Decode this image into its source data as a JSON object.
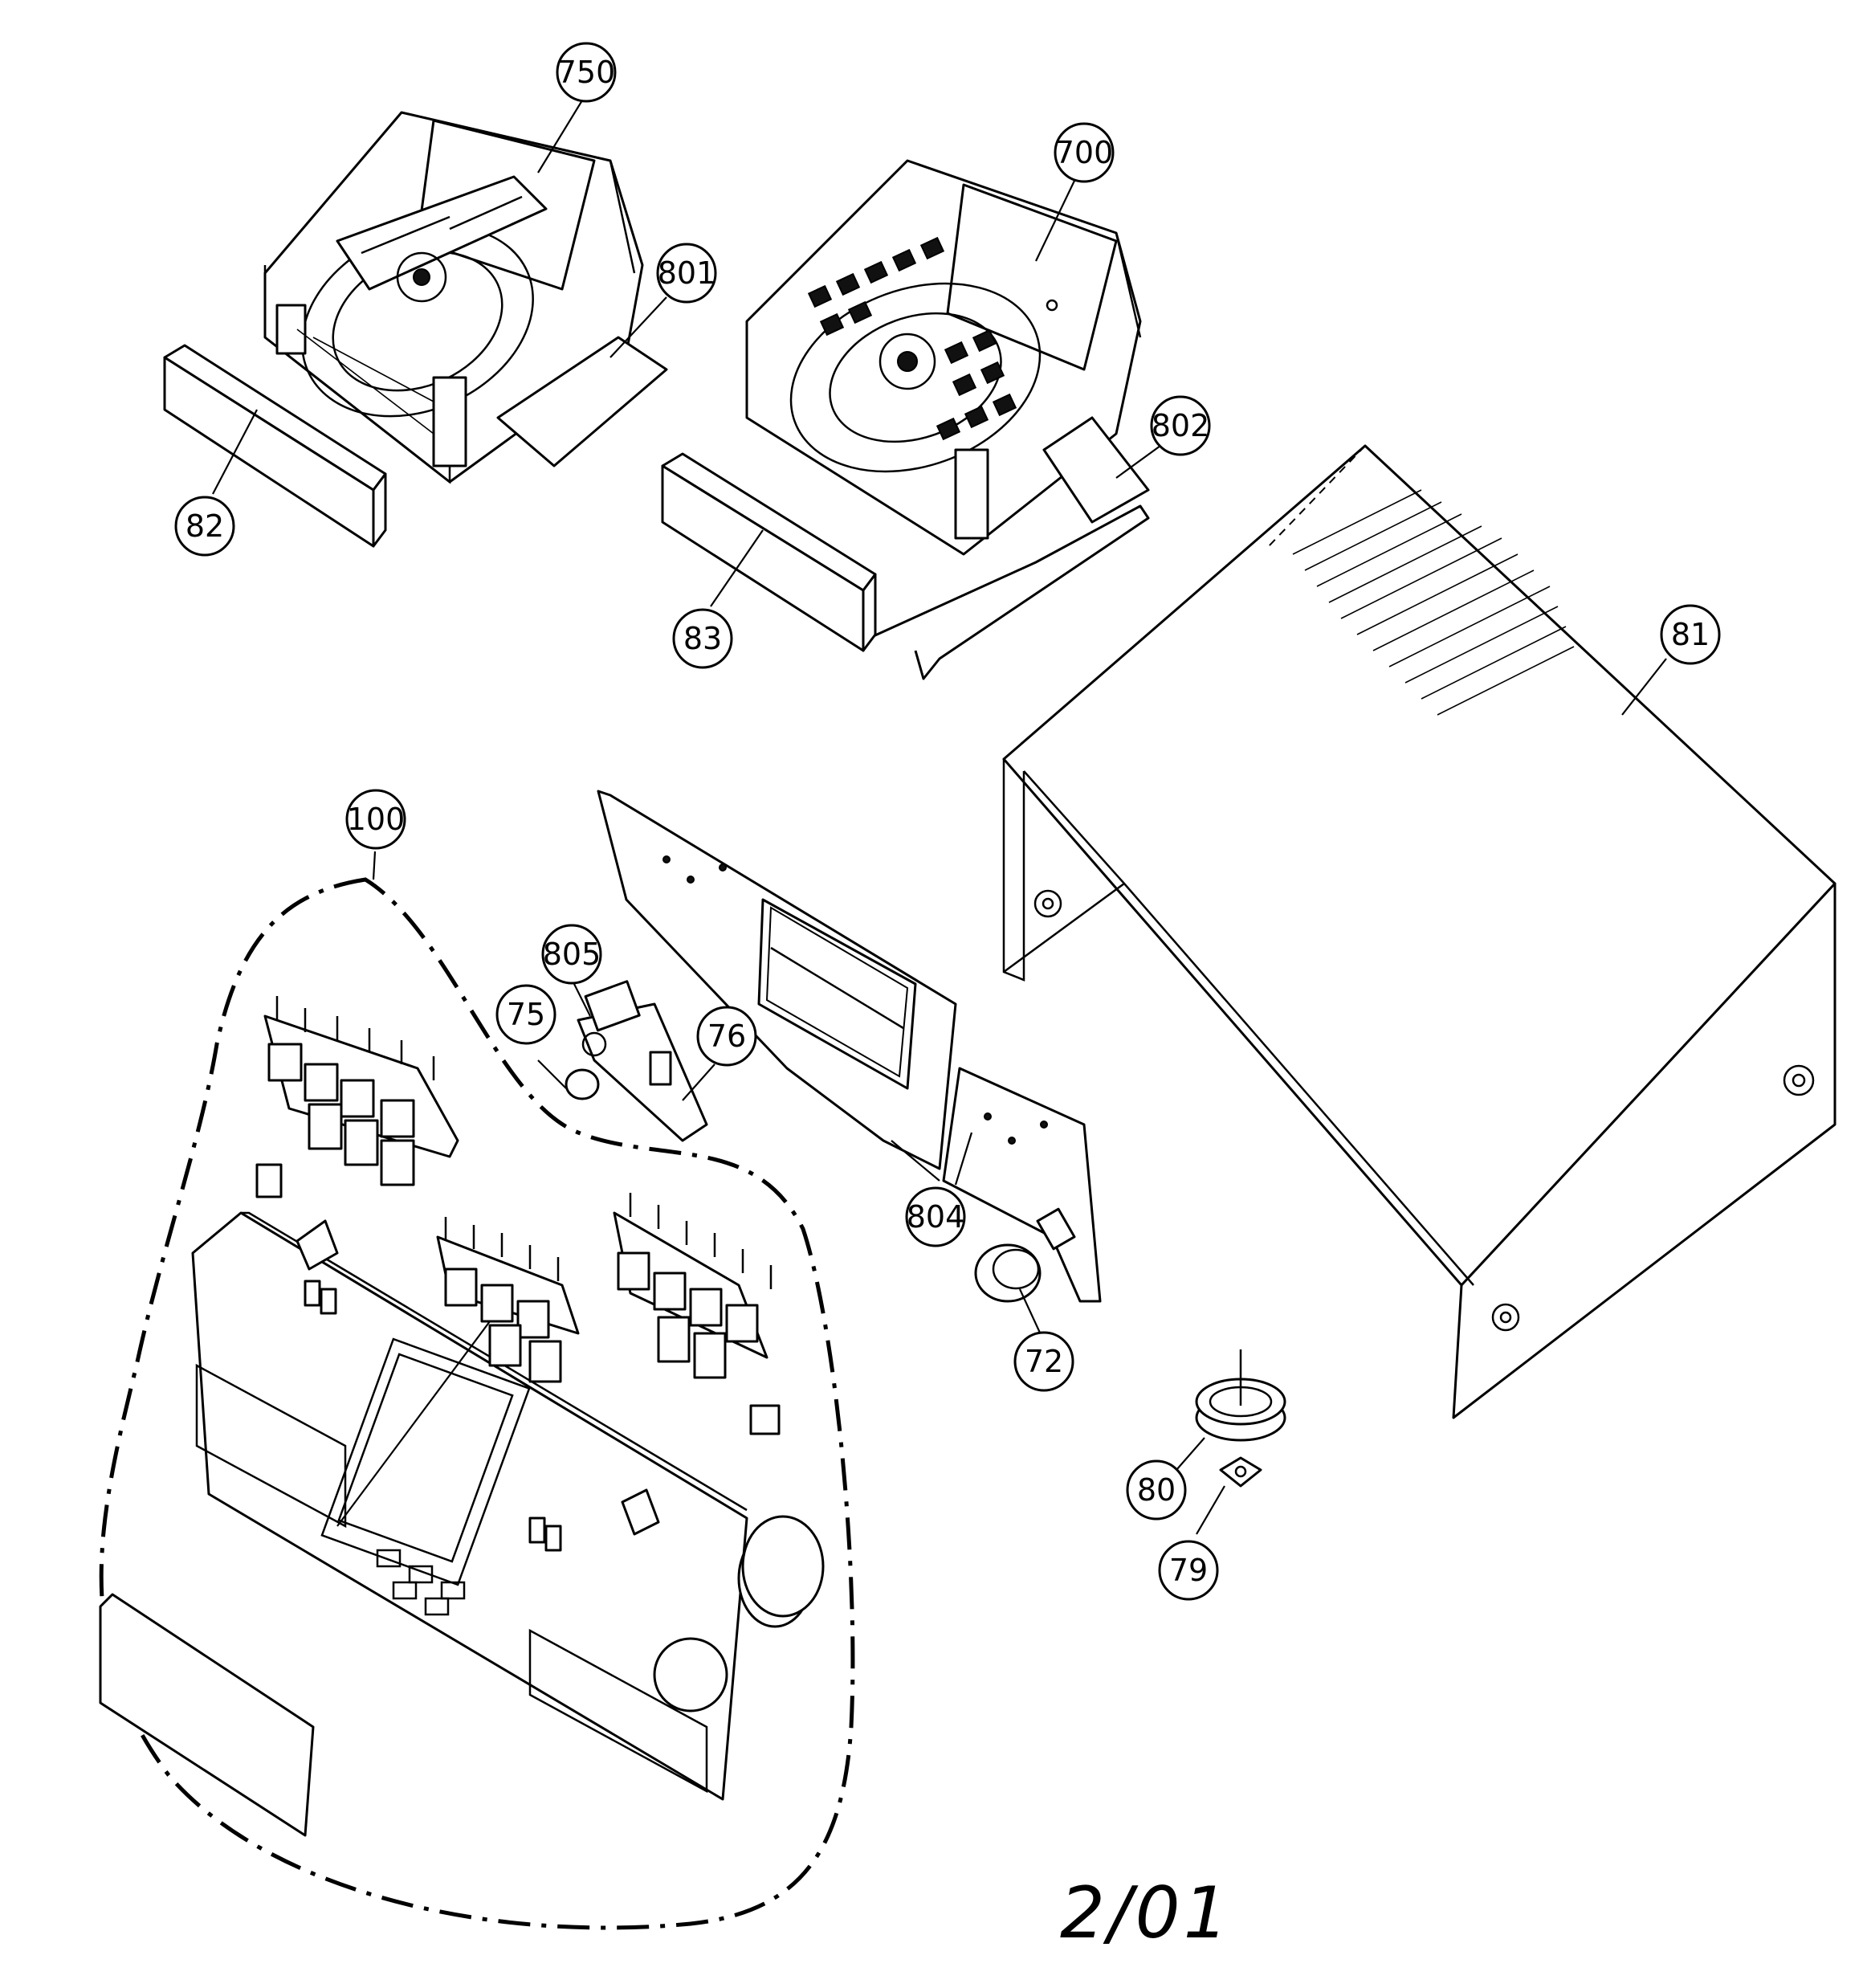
{
  "diagram": {
    "callouts": [
      {
        "id": "part-750",
        "label": "750"
      },
      {
        "id": "part-700",
        "label": "700"
      },
      {
        "id": "part-801",
        "label": "801"
      },
      {
        "id": "part-802",
        "label": "802"
      },
      {
        "id": "part-82",
        "label": "82"
      },
      {
        "id": "part-83",
        "label": "83"
      },
      {
        "id": "part-81",
        "label": "81"
      },
      {
        "id": "part-100",
        "label": "100"
      },
      {
        "id": "part-805",
        "label": "805"
      },
      {
        "id": "part-75",
        "label": "75"
      },
      {
        "id": "part-76",
        "label": "76"
      },
      {
        "id": "part-804",
        "label": "804"
      },
      {
        "id": "part-72",
        "label": "72"
      },
      {
        "id": "part-80",
        "label": "80"
      },
      {
        "id": "part-79",
        "label": "79"
      }
    ],
    "sheet_label": "2/01"
  }
}
